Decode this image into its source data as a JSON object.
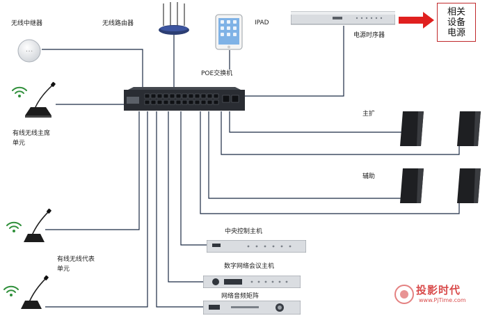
{
  "labels": {
    "wireless_repeater": "无线中继器",
    "wireless_router": "无线路由器",
    "ipad": "IPAD",
    "power_sequencer": "电源时序器",
    "poe_switch": "POE交换机",
    "chair_unit_line1": "有线无线主席",
    "chair_unit_line2": "单元",
    "main_speakers": "主扩",
    "aux_speakers": "辅助",
    "central_control_host": "中央控制主机",
    "digital_conference_host": "数字网络会议主机",
    "audio_matrix": "网络音频矩阵",
    "delegate_unit_line1": "有线无线代表",
    "delegate_unit_line2": "单元"
  },
  "power_box": {
    "line1": "相关",
    "line2": "设备",
    "line3": "电源"
  },
  "watermark": {
    "brand": "投影时代",
    "url": "www.PjTime.com"
  },
  "colors": {
    "wire": "#1b2a44",
    "arrow": "#e0201f",
    "power_box_border": "#c0282a",
    "watermark": "#d94b4b"
  }
}
